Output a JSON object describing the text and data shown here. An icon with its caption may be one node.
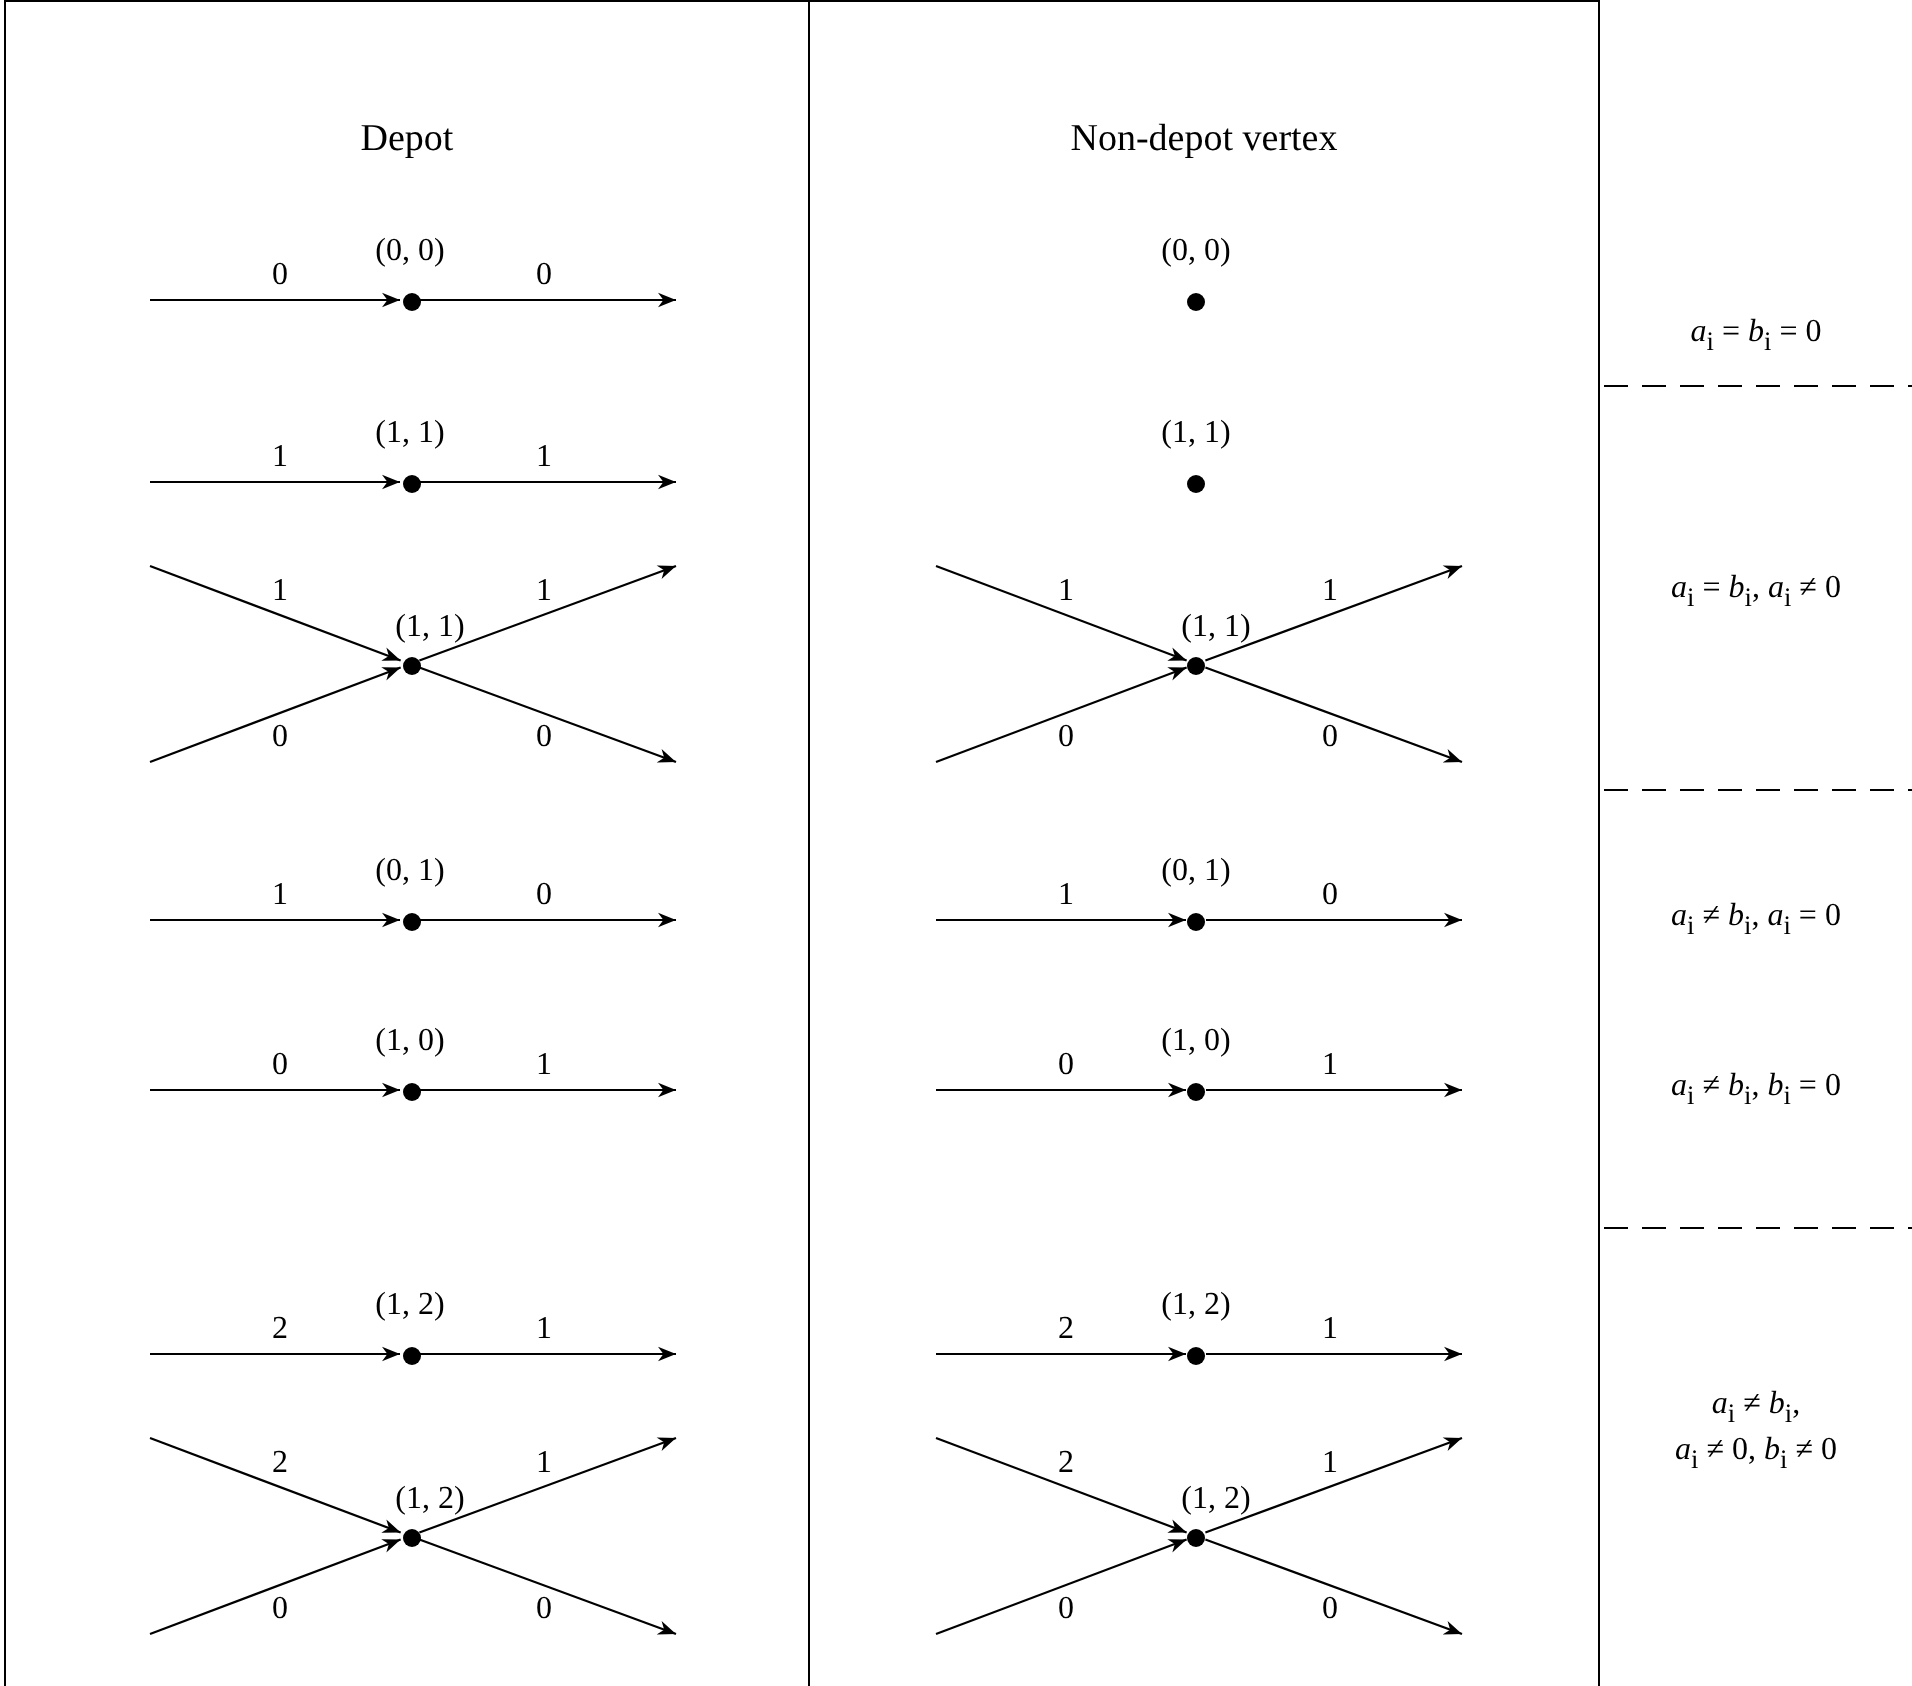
{
  "diagram": {
    "nodes": [
      {
        "text": [
          "Depot"
        ]
      },
      {
        "text": [
          "Non-depot vertex"
        ]
      },
      {
        "text": [],
        "shape": "circle",
        "in": 0,
        "beside": [
          "(0, 0)"
        ]
      },
      {
        "text": [],
        "shape": "circle",
        "in": 0,
        "beside": [
          "(1, 1)"
        ]
      },
      {
        "text": [],
        "shape": "circle",
        "in": 0,
        "beside": [
          "(1, 1)"
        ]
      },
      {
        "text": [],
        "shape": "circle",
        "in": 0,
        "beside": [
          "(0, 1)"
        ]
      },
      {
        "text": [],
        "shape": "circle",
        "in": 0,
        "beside": [
          "(1, 0)"
        ]
      },
      {
        "text": [],
        "shape": "circle",
        "in": 0,
        "beside": [
          "(1, 2)"
        ]
      },
      {
        "text": [],
        "shape": "circle",
        "in": 0,
        "beside": [
          "(1, 2)"
        ]
      },
      {
        "text": [],
        "shape": "circle",
        "in": 1,
        "beside": [
          "(0, 0)"
        ]
      },
      {
        "text": [],
        "shape": "circle",
        "in": 1,
        "beside": [
          "(1, 1)"
        ]
      },
      {
        "text": [],
        "shape": "circle",
        "in": 1,
        "beside": [
          "(1, 1)"
        ]
      },
      {
        "text": [],
        "shape": "circle",
        "in": 1,
        "beside": [
          "(0, 1)"
        ]
      },
      {
        "text": [],
        "shape": "circle",
        "in": 1,
        "beside": [
          "(1, 0)"
        ]
      },
      {
        "text": [],
        "shape": "circle",
        "in": 1,
        "beside": [
          "(1, 2)"
        ]
      },
      {
        "text": [],
        "shape": "circle",
        "in": 1,
        "beside": [
          "(1, 2)"
        ]
      }
    ],
    "edges": [
      {
        "from": null,
        "to": 2,
        "arrow": "to",
        "label": "0"
      },
      {
        "from": 2,
        "to": null,
        "arrow": "to",
        "label": "0"
      },
      {
        "from": null,
        "to": 3,
        "arrow": "to",
        "label": "1"
      },
      {
        "from": 3,
        "to": null,
        "arrow": "to",
        "label": "1"
      },
      {
        "from": null,
        "to": 4,
        "arrow": "to",
        "label": "1"
      },
      {
        "from": null,
        "to": 4,
        "arrow": "to",
        "label": "0"
      },
      {
        "from": 4,
        "to": null,
        "arrow": "to",
        "label": "1"
      },
      {
        "from": 4,
        "to": null,
        "arrow": "to",
        "label": "0"
      },
      {
        "from": null,
        "to": 5,
        "arrow": "to",
        "label": "1"
      },
      {
        "from": 5,
        "to": null,
        "arrow": "to",
        "label": "0"
      },
      {
        "from": null,
        "to": 6,
        "arrow": "to",
        "label": "0"
      },
      {
        "from": 6,
        "to": null,
        "arrow": "to",
        "label": "1"
      },
      {
        "from": null,
        "to": 7,
        "arrow": "to",
        "label": "2"
      },
      {
        "from": 7,
        "to": null,
        "arrow": "to",
        "label": "1"
      },
      {
        "from": null,
        "to": 8,
        "arrow": "to",
        "label": "2"
      },
      {
        "from": null,
        "to": 8,
        "arrow": "to",
        "label": "0"
      },
      {
        "from": 8,
        "to": null,
        "arrow": "to",
        "label": "1"
      },
      {
        "from": 8,
        "to": null,
        "arrow": "to",
        "label": "0"
      },
      {
        "from": null,
        "to": 11,
        "arrow": "to",
        "label": "1"
      },
      {
        "from": null,
        "to": 11,
        "arrow": "to",
        "label": "0"
      },
      {
        "from": 11,
        "to": null,
        "arrow": "to",
        "label": "1"
      },
      {
        "from": 11,
        "to": null,
        "arrow": "to",
        "label": "0"
      },
      {
        "from": null,
        "to": 12,
        "arrow": "to",
        "label": "1"
      },
      {
        "from": 12,
        "to": null,
        "arrow": "to",
        "label": "0"
      },
      {
        "from": null,
        "to": 13,
        "arrow": "to",
        "label": "0"
      },
      {
        "from": 13,
        "to": null,
        "arrow": "to",
        "label": "1"
      },
      {
        "from": null,
        "to": 14,
        "arrow": "to",
        "label": "2"
      },
      {
        "from": 14,
        "to": null,
        "arrow": "to",
        "label": "1"
      },
      {
        "from": null,
        "to": 15,
        "arrow": "to",
        "label": "2"
      },
      {
        "from": null,
        "to": 15,
        "arrow": "to",
        "label": "0"
      },
      {
        "from": 15,
        "to": null,
        "arrow": "to",
        "label": "1"
      },
      {
        "from": 15,
        "to": null,
        "arrow": "to",
        "label": "0"
      }
    ],
    "labels": [
      "*a*$_{i}$ = *b*$_{i}$ = 0",
      "*a*$_{i}$ = *b*$_{i}$, *a*$_{i}$ ≠ 0",
      "*a*$_{i}$ ≠ *b*$_{i}$, *a*$_{i}$ = 0",
      "*a*$_{i}$ ≠ *b*$_{i}$, *b*$_{i}$ = 0",
      "*a*$_{i}$ ≠ *b*$_{i}$,",
      "*a*$_{i}$ ≠ 0, *b*$_{i}$ ≠ 0"
    ]
  }
}
